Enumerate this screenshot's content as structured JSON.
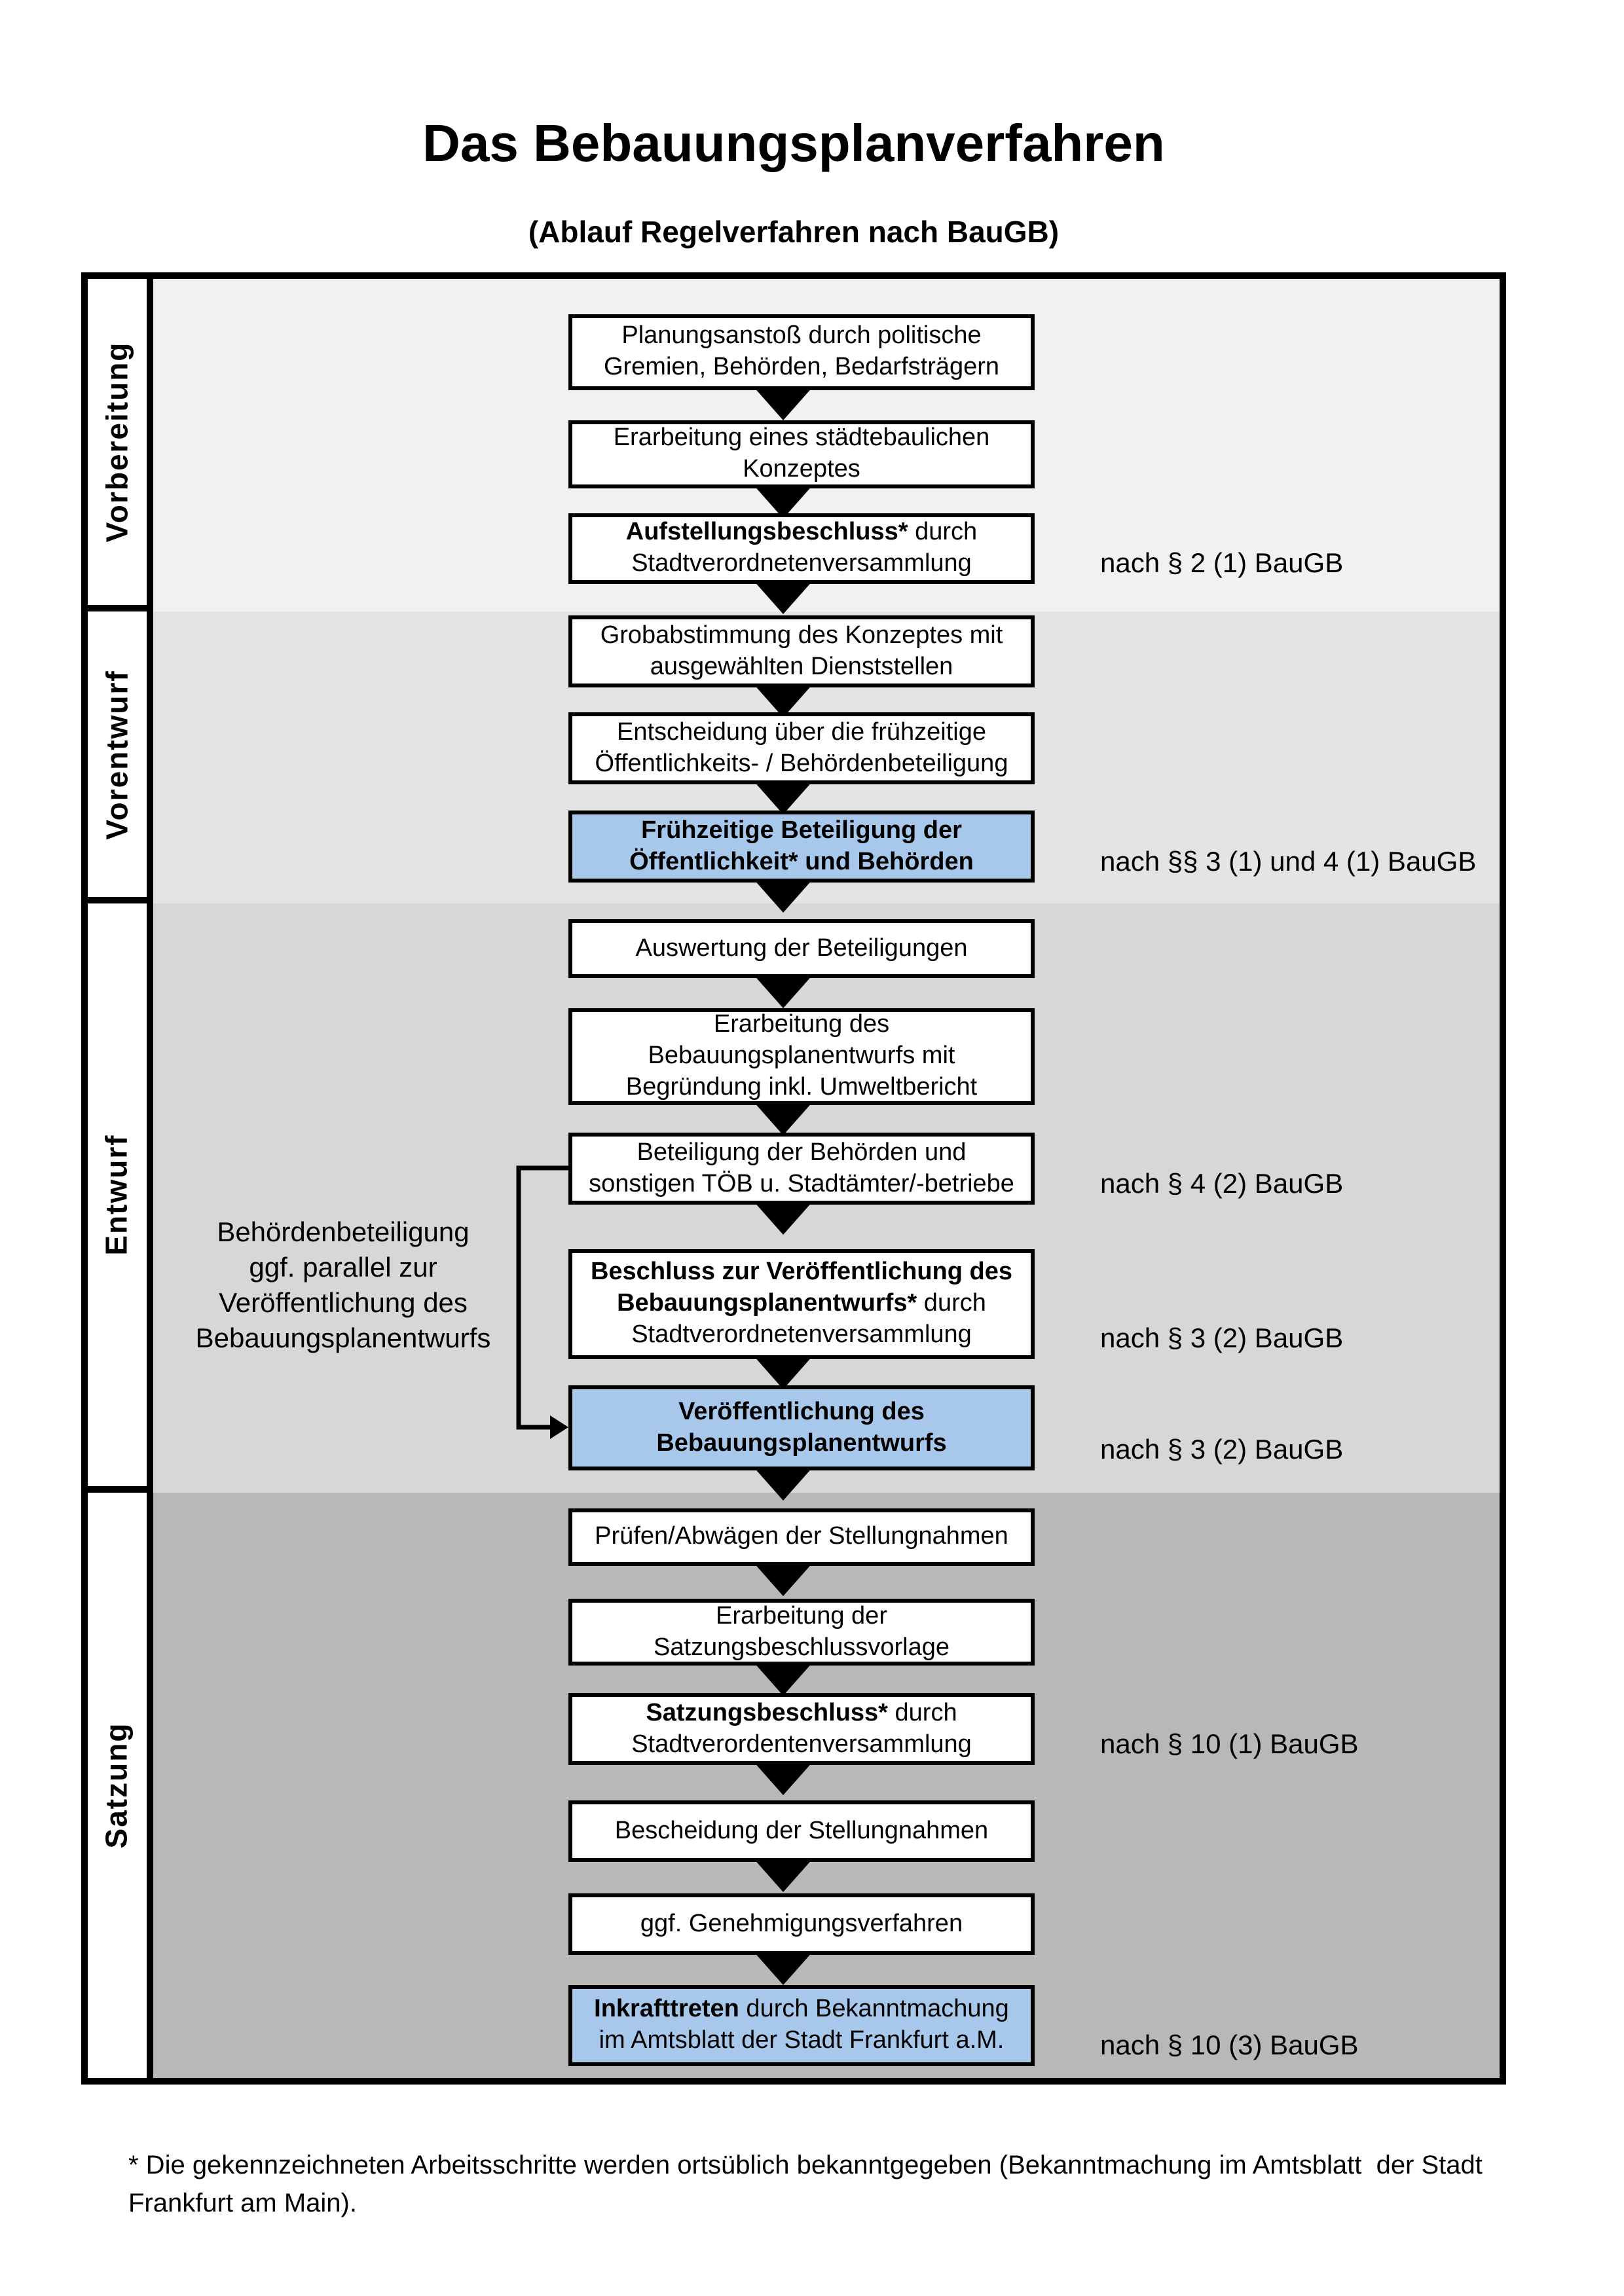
{
  "title": "Das Bebauungsplanverfahren",
  "subtitle": "(Ablauf Regelverfahren nach BauGB)",
  "colors": {
    "highlight_blue": "#a8c8eb",
    "border_black": "#000000",
    "section_backgrounds": [
      "#f1f1f1",
      "#e4e4e4",
      "#d7d7d7",
      "#b8b8b8"
    ]
  },
  "sidebar": {
    "phases": [
      {
        "label": "Vorbereitung"
      },
      {
        "label": "Vorentwurf"
      },
      {
        "label": "Entwurf"
      },
      {
        "label": "Satzung"
      }
    ]
  },
  "flow": {
    "boxes": [
      {
        "id": "planungsanstoss",
        "highlight": false,
        "annotation": null,
        "lines": [
          [
            {
              "t": "Planungsanstoß durch politische",
              "b": false
            }
          ],
          [
            {
              "t": "Gremien, Behörden, Bedarfsträgern",
              "b": false
            }
          ]
        ]
      },
      {
        "id": "staedtebauliches-konzept",
        "highlight": false,
        "annotation": null,
        "lines": [
          [
            {
              "t": "Erarbeitung eines städtebaulichen",
              "b": false
            }
          ],
          [
            {
              "t": "Konzeptes",
              "b": false
            }
          ]
        ]
      },
      {
        "id": "aufstellungsbeschluss",
        "highlight": false,
        "annotation": "nach § 2 (1) BauGB",
        "lines": [
          [
            {
              "t": "Aufstellungsbeschluss*",
              "b": true
            },
            {
              "t": " durch",
              "b": false
            }
          ],
          [
            {
              "t": "Stadtverordnetenversammlung",
              "b": false
            }
          ]
        ]
      },
      {
        "id": "grobabstimmung",
        "highlight": false,
        "annotation": null,
        "lines": [
          [
            {
              "t": "Grobabstimmung des Konzeptes mit",
              "b": false
            }
          ],
          [
            {
              "t": "ausgewählten Dienststellen",
              "b": false
            }
          ]
        ]
      },
      {
        "id": "entscheidung-beteiligung",
        "highlight": false,
        "annotation": null,
        "lines": [
          [
            {
              "t": "Entscheidung über die frühzeitige",
              "b": false
            }
          ],
          [
            {
              "t": "Öffentlichkeits- / Behördenbeteiligung",
              "b": false
            }
          ]
        ]
      },
      {
        "id": "fruehzeitige-beteiligung",
        "highlight": true,
        "annotation": "nach §§ 3 (1) und 4 (1) BauGB",
        "lines": [
          [
            {
              "t": "Frühzeitige Beteiligung der",
              "b": true
            }
          ],
          [
            {
              "t": "Öffentlichkeit* und Behörden",
              "b": true
            }
          ]
        ]
      },
      {
        "id": "auswertung-beteiligungen",
        "highlight": false,
        "annotation": null,
        "lines": [
          [
            {
              "t": "Auswertung der Beteiligungen",
              "b": false
            }
          ]
        ]
      },
      {
        "id": "erarbeitung-entwurf",
        "highlight": false,
        "annotation": null,
        "lines": [
          [
            {
              "t": "Erarbeitung des",
              "b": false
            }
          ],
          [
            {
              "t": "Bebauungsplanentwurfs mit",
              "b": false
            }
          ],
          [
            {
              "t": "Begründung inkl. Umweltbericht",
              "b": false
            }
          ]
        ]
      },
      {
        "id": "behoerden-toeb-beteiligung",
        "highlight": false,
        "annotation": "nach § 4 (2) BauGB",
        "lines": [
          [
            {
              "t": "Beteiligung der Behörden und",
              "b": false
            }
          ],
          [
            {
              "t": "sonstigen TÖB u. Stadtämter/-betriebe",
              "b": false
            }
          ]
        ]
      },
      {
        "id": "beschluss-veroeffentlichung",
        "highlight": false,
        "annotation": "nach § 3 (2) BauGB",
        "lines": [
          [
            {
              "t": "Beschluss zur Veröffentlichung des",
              "b": true
            }
          ],
          [
            {
              "t": "Bebauungsplanentwurfs*",
              "b": true
            },
            {
              "t": " durch",
              "b": false
            }
          ],
          [
            {
              "t": "Stadtverordnetenversammlung",
              "b": false
            }
          ]
        ]
      },
      {
        "id": "veroeffentlichung-entwurf",
        "highlight": true,
        "annotation": "nach § 3 (2) BauGB",
        "lines": [
          [
            {
              "t": "Veröffentlichung des",
              "b": true
            }
          ],
          [
            {
              "t": "Bebauungsplanentwurfs",
              "b": true
            }
          ]
        ]
      },
      {
        "id": "pruefen-abwaegen",
        "highlight": false,
        "annotation": null,
        "lines": [
          [
            {
              "t": "Prüfen/Abwägen der Stellungnahmen",
              "b": false
            }
          ]
        ]
      },
      {
        "id": "satzungsbeschlussvorlage",
        "highlight": false,
        "annotation": null,
        "lines": [
          [
            {
              "t": "Erarbeitung der",
              "b": false
            }
          ],
          [
            {
              "t": "Satzungsbeschlussvorlage",
              "b": false
            }
          ]
        ]
      },
      {
        "id": "satzungsbeschluss",
        "highlight": false,
        "annotation": "nach § 10 (1) BauGB",
        "lines": [
          [
            {
              "t": "Satzungsbeschluss*",
              "b": true
            },
            {
              "t": " durch",
              "b": false
            }
          ],
          [
            {
              "t": "Stadtverordentenversammlung",
              "b": false
            }
          ]
        ]
      },
      {
        "id": "bescheidung-stellungnahmen",
        "highlight": false,
        "annotation": null,
        "lines": [
          [
            {
              "t": "Bescheidung der Stellungnahmen",
              "b": false
            }
          ]
        ]
      },
      {
        "id": "genehmigungsverfahren",
        "highlight": false,
        "annotation": null,
        "lines": [
          [
            {
              "t": "ggf. Genehmigungsverfahren",
              "b": false
            }
          ]
        ]
      },
      {
        "id": "inkrafttreten",
        "highlight": true,
        "annotation": "nach § 10 (3) BauGB",
        "lines": [
          [
            {
              "t": "Inkrafttreten",
              "b": true
            },
            {
              "t": " durch Bekanntmachung",
              "b": false
            }
          ],
          [
            {
              "t": "im Amtsblatt der Stadt Frankfurt a.M.",
              "b": false
            }
          ]
        ]
      }
    ]
  },
  "side_note": {
    "lines": [
      "Behördenbeteiligung",
      "ggf. parallel zur",
      "Veröffentlichung des",
      "Bebauungsplanentwurfs"
    ]
  },
  "footnote": {
    "lines": [
      "* Die gekennzeichneten Arbeitsschritte werden ortsüblich bekanntgegeben (Bekanntmachung im Amtsblatt  der Stadt",
      "Frankfurt am Main)."
    ]
  }
}
